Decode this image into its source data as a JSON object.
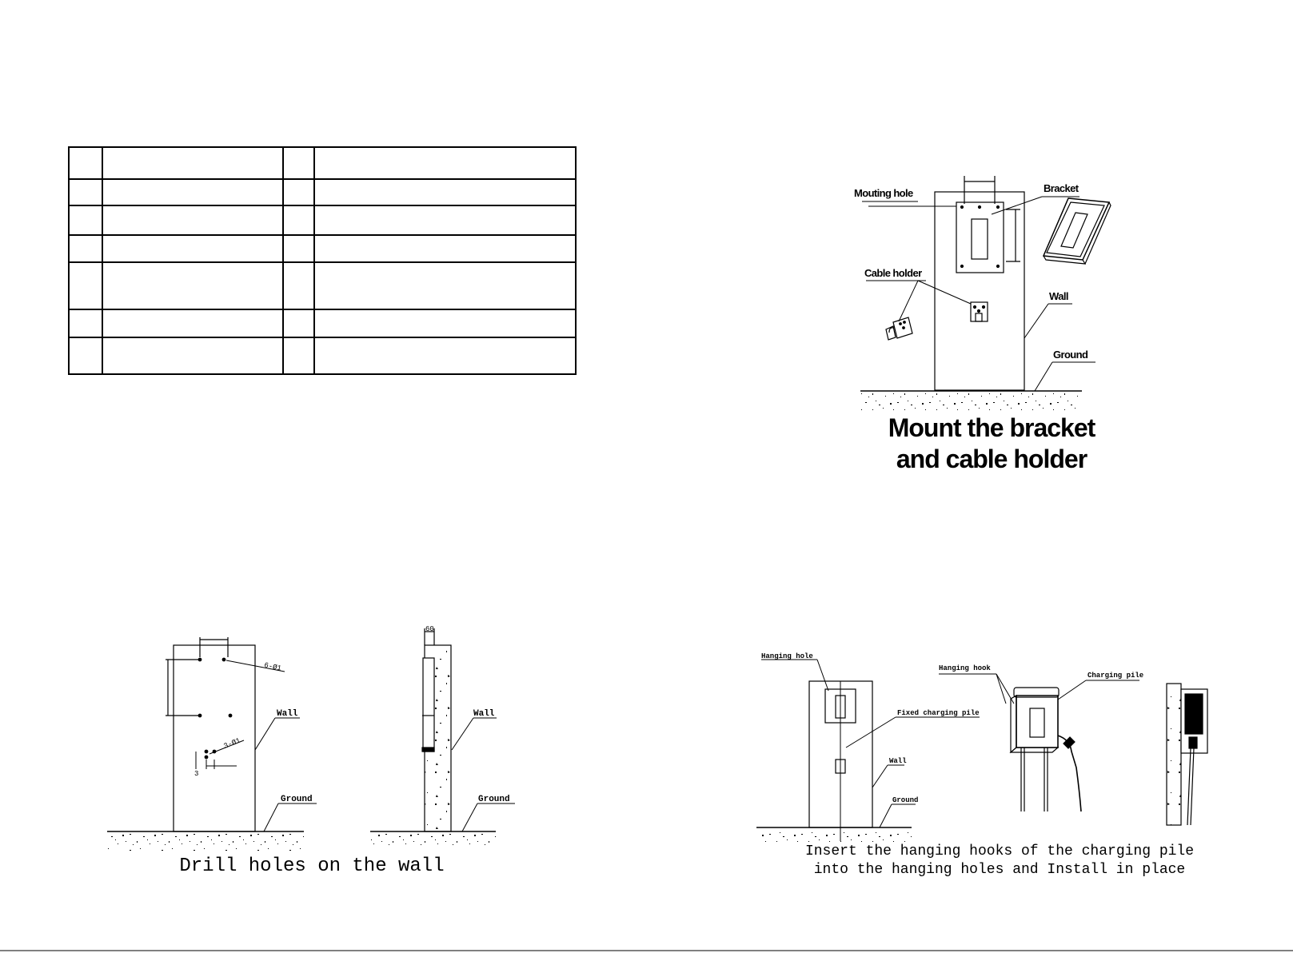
{
  "fig_mount": {
    "labels": {
      "mounting_hole": "Mouting hole",
      "bracket": "Bracket",
      "cable_holder": "Cable holder",
      "wall": "Wall",
      "ground": "Ground"
    },
    "caption_line1": "Mount the bracket",
    "caption_line2": "and cable holder"
  },
  "fig_drill": {
    "labels": {
      "wall_front": "Wall",
      "ground_front": "Ground",
      "wall_side": "Wall",
      "ground_side": "Ground",
      "dim_holes_top": "6-Ø1",
      "dim_holes_bottom": "3-Ø1",
      "dim_side": "60",
      "dim_small": "3"
    },
    "caption": "Drill holes on the wall"
  },
  "fig_install": {
    "labels": {
      "hanging_hole": "Hanging hole",
      "hanging_hook": "Hanging hook",
      "charging_pile": "Charging pile",
      "fixed_charging_pile": "Fixed charging pile",
      "wall": "Wall",
      "ground": "Ground"
    },
    "caption_line1": "Insert the hanging hooks of the charging pile",
    "caption_line2": "into the hanging holes and Install in place"
  }
}
